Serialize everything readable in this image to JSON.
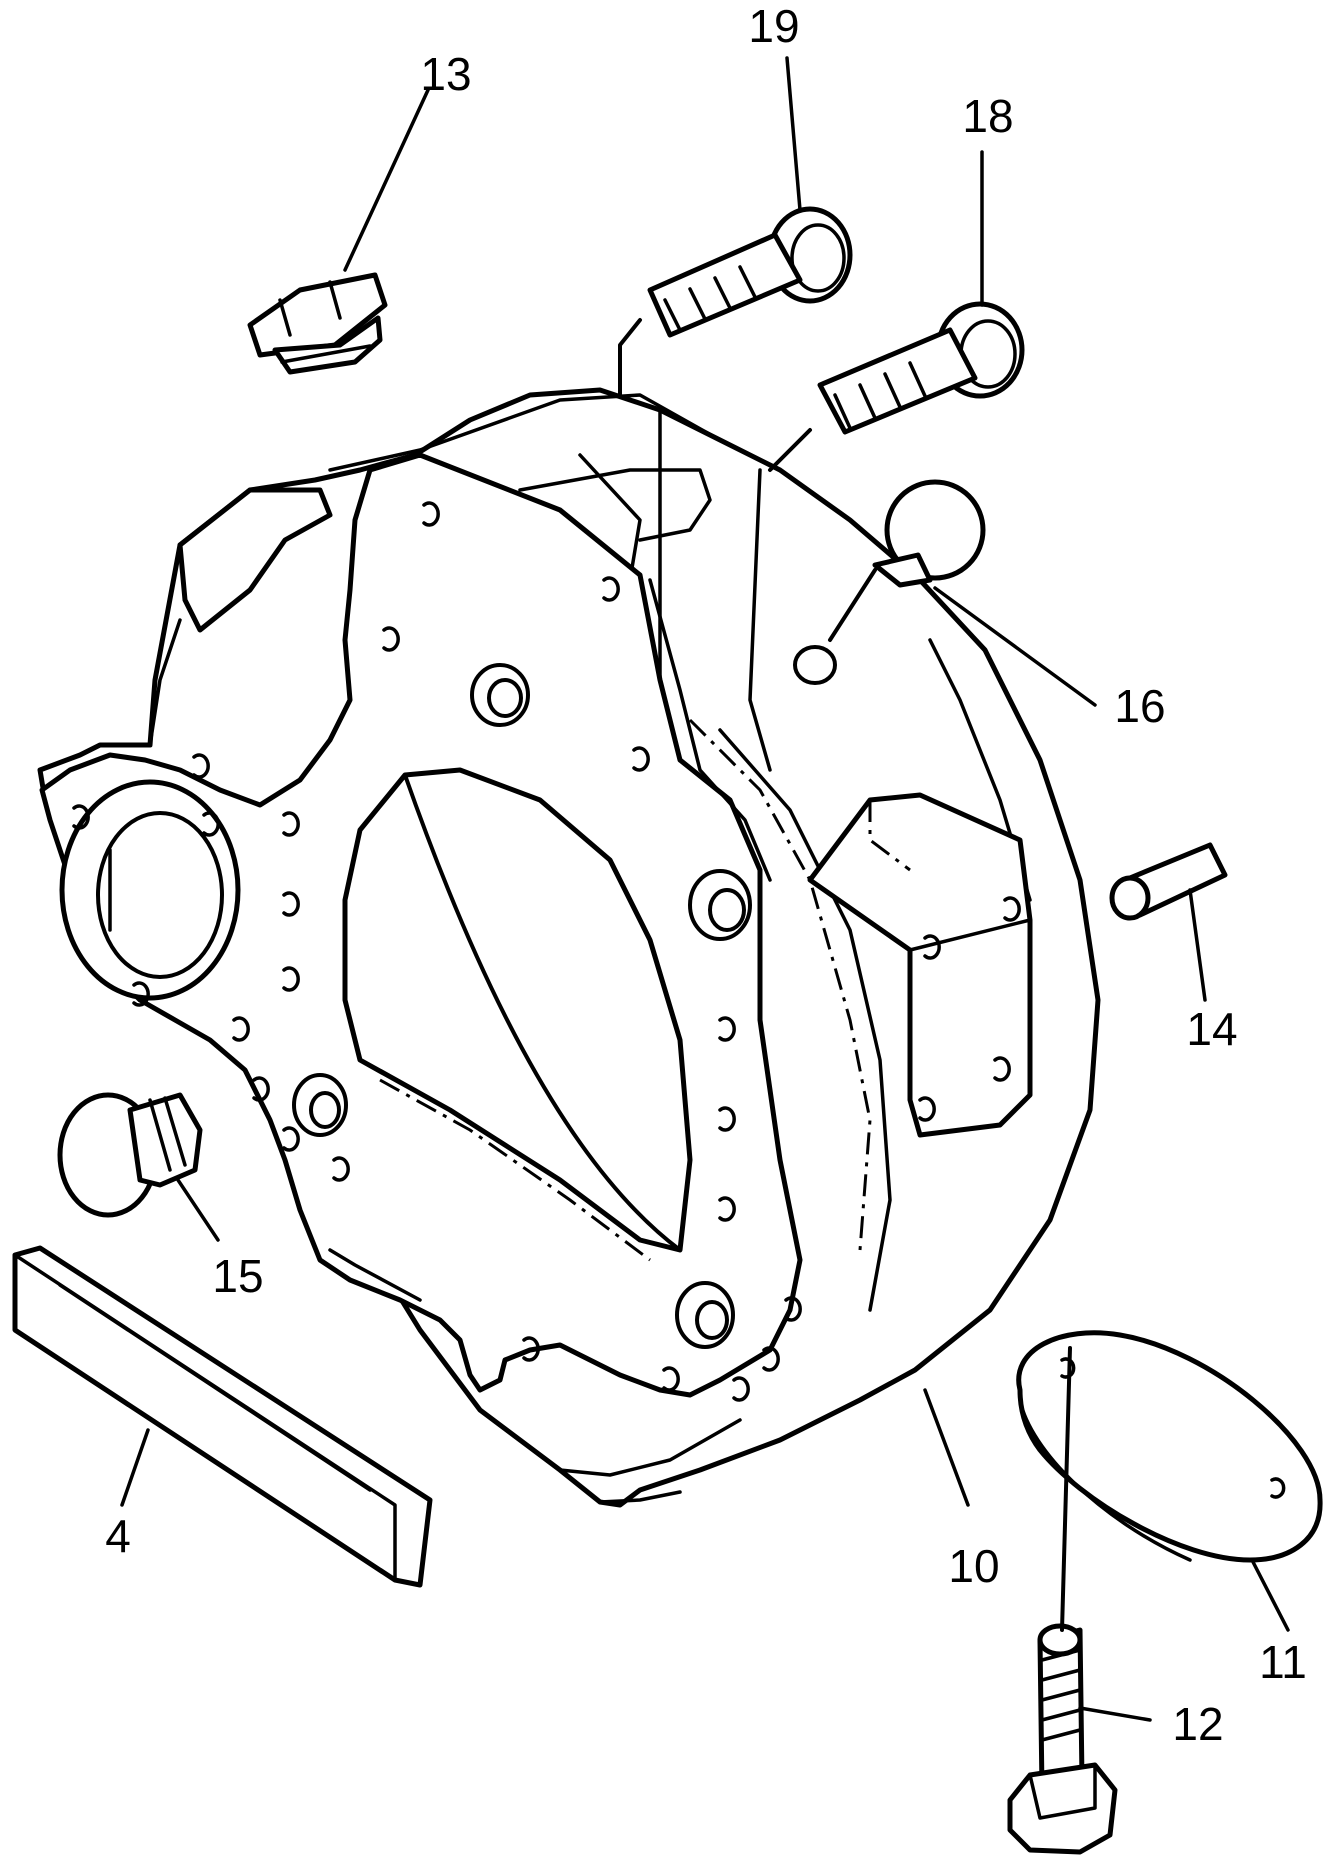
{
  "callouts": [
    {
      "id": "c4",
      "label": "4"
    },
    {
      "id": "c10",
      "label": "10"
    },
    {
      "id": "c11",
      "label": "11"
    },
    {
      "id": "c12",
      "label": "12"
    },
    {
      "id": "c13",
      "label": "13"
    },
    {
      "id": "c14",
      "label": "14"
    },
    {
      "id": "c15",
      "label": "15"
    },
    {
      "id": "c16",
      "label": "16"
    },
    {
      "id": "c18",
      "label": "18"
    },
    {
      "id": "c19",
      "label": "19"
    }
  ],
  "colors": {
    "ink": "#000000",
    "paper": "#ffffff"
  }
}
